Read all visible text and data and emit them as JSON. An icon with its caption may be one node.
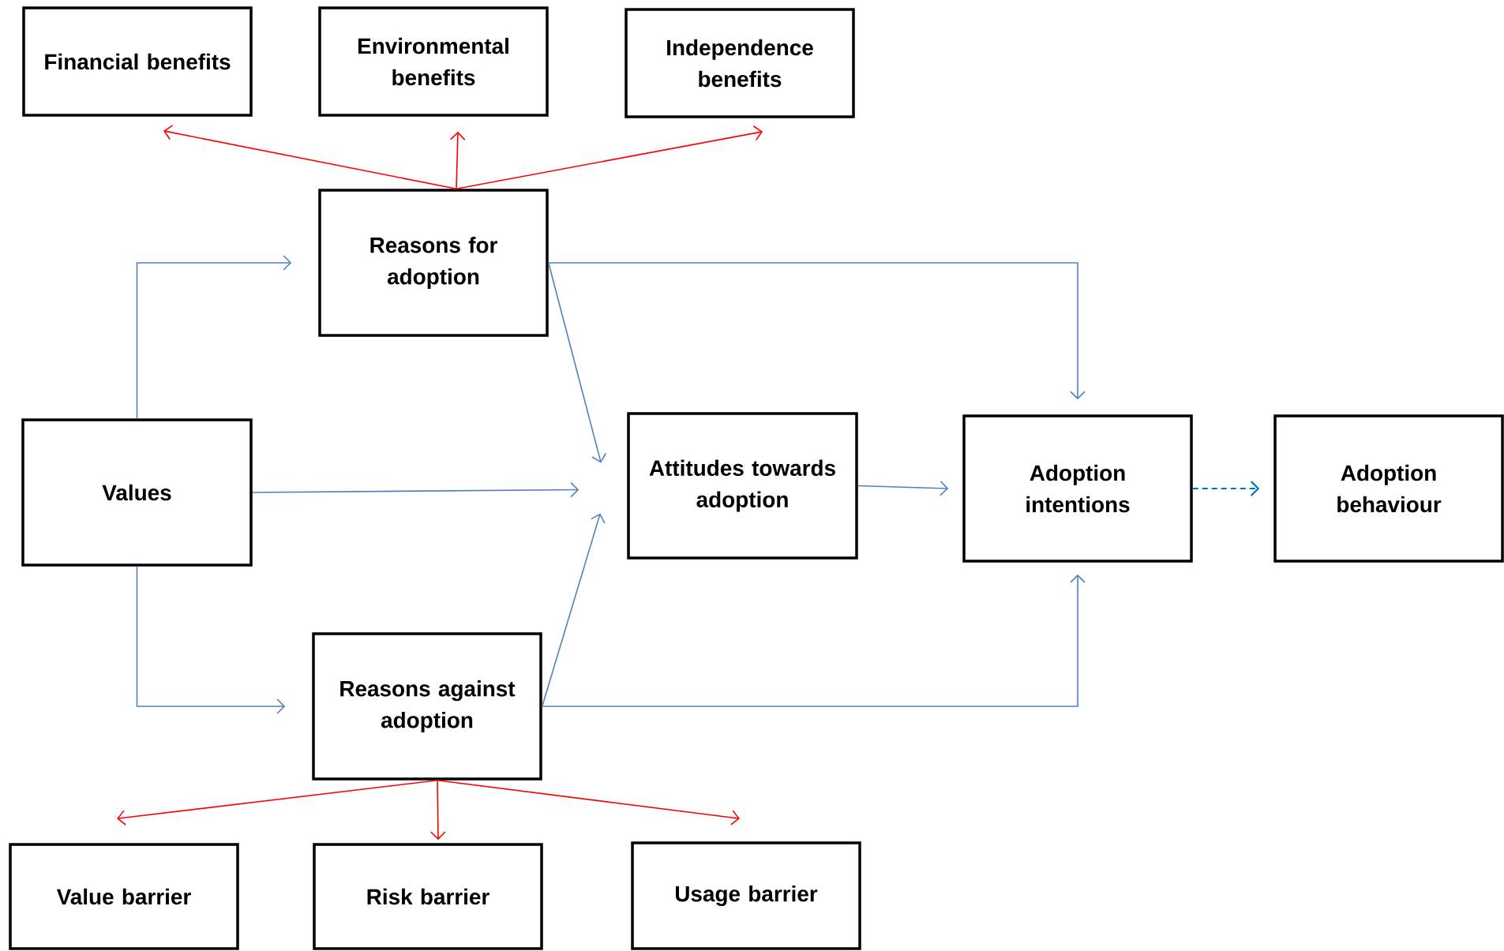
{
  "diagram": {
    "nodes": [
      {
        "text": [
          "Financial benefits"
        ]
      },
      {
        "text": [
          "Environmental benefits"
        ]
      },
      {
        "text": [
          "Independence benefits"
        ]
      },
      {
        "text": [
          "Reasons for adoption"
        ]
      },
      {
        "text": [
          "Values"
        ]
      },
      {
        "text": [
          "Attitudes towards adoption"
        ]
      },
      {
        "text": [
          "Adoption intentions"
        ]
      },
      {
        "text": [
          "Adoption behaviour"
        ]
      },
      {
        "text": [
          "Reasons against adoption"
        ]
      },
      {
        "text": [
          "Value barrier"
        ]
      },
      {
        "text": [
          "Risk barrier"
        ]
      },
      {
        "text": [
          "Usage barrier"
        ]
      }
    ],
    "edges": [
      {
        "from": 3,
        "to": 0,
        "arrow": "to",
        "color": "#ff0000"
      },
      {
        "from": 3,
        "to": 1,
        "arrow": "to",
        "color": "#ff0000"
      },
      {
        "from": 3,
        "to": 2,
        "arrow": "to",
        "color": "#ff0000"
      },
      {
        "from": 4,
        "to": 3,
        "arrow": "to"
      },
      {
        "from": 4,
        "to": 5,
        "arrow": "to"
      },
      {
        "from": 4,
        "to": 8,
        "arrow": "to"
      },
      {
        "from": 3,
        "to": 5,
        "arrow": "to"
      },
      {
        "from": 8,
        "to": 5,
        "arrow": "to"
      },
      {
        "from": 3,
        "to": 6,
        "arrow": "to"
      },
      {
        "from": 8,
        "to": 6,
        "arrow": "to"
      },
      {
        "from": 5,
        "to": 6,
        "arrow": "to"
      },
      {
        "from": 6,
        "to": 7,
        "arrow": "to",
        "style": "dashed",
        "color": "#0070c0"
      },
      {
        "from": 8,
        "to": 9,
        "arrow": "to",
        "color": "#ff0000"
      },
      {
        "from": 8,
        "to": 10,
        "arrow": "to",
        "color": "#ff0000"
      },
      {
        "from": 8,
        "to": 11,
        "arrow": "to",
        "color": "#ff0000"
      }
    ]
  }
}
